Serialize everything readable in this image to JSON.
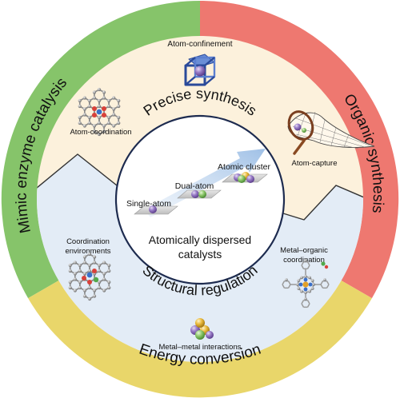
{
  "ring": {
    "left_label": "Mimic enzyme catalysis",
    "right_label": "Organic synthesis",
    "bottom_label": "Energy conversion",
    "colors": {
      "left": "#86c46a",
      "right": "#ee7870",
      "bottom": "#e9d66a"
    }
  },
  "inner": {
    "top_heading": "Precise synthesis",
    "bottom_heading": "Structural regulation",
    "colors": {
      "top": "#fcf1dc",
      "bottom": "#e3ecf6"
    }
  },
  "callouts": {
    "atom_confinement": "Atom-confinement",
    "atom_coordination": "Atom-coordination",
    "atom_capture": "Atom-capture",
    "coordination_environments_line1": "Coordination",
    "coordination_environments_line2": "environments",
    "metal_organic_line1": "Metal–organic",
    "metal_organic_line2": "coordination",
    "metal_metal": "Metal–metal interactions"
  },
  "center": {
    "steps": [
      "Single-atom",
      "Dual-atom",
      "Atomic cluster"
    ],
    "title_line1": "Atomically dispersed",
    "title_line2": "catalysts"
  },
  "icons": [
    "cube-cage-icon",
    "graphene-lattice-icon",
    "catching-net-icon",
    "porphyrin-icon",
    "atom-cluster-icon"
  ]
}
